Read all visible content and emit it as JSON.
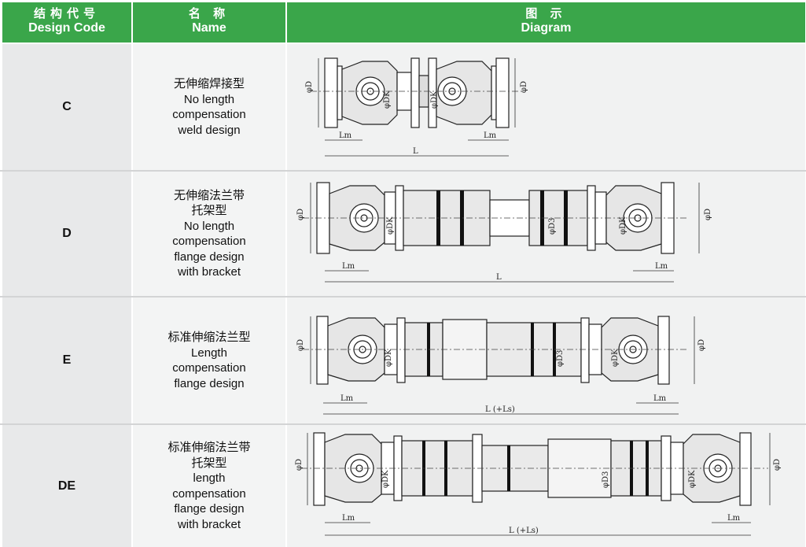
{
  "header": {
    "code_cn": "结构代号",
    "code_en": "Design Code",
    "name_cn": "名 称",
    "name_en": "Name",
    "diagram_cn": "图 示",
    "diagram_en": "Diagram"
  },
  "rows": [
    {
      "code": "C",
      "name_lines": [
        "无伸缩焊接型",
        "No length",
        "compensation",
        "weld design"
      ],
      "dims": {
        "d": "φD",
        "dk": "φDK",
        "lm": "Lm",
        "l": "L"
      }
    },
    {
      "code": "D",
      "name_lines": [
        "无伸缩法兰带",
        "托架型",
        "No length",
        "compensation",
        "flange design",
        "with bracket"
      ],
      "dims": {
        "d": "φD",
        "dk": "φDK",
        "d3": "φD3",
        "lm": "Lm",
        "l": "L"
      }
    },
    {
      "code": "E",
      "name_lines": [
        "标准伸缩法兰型",
        "Length",
        "compensation",
        "flange design"
      ],
      "dims": {
        "d": "φD",
        "dk": "φDK",
        "d3": "φD3",
        "lm": "Lm",
        "l": "L (+Ls)"
      }
    },
    {
      "code": "DE",
      "name_lines": [
        "标准伸缩法兰带",
        "托架型",
        "length",
        "compensation",
        "flange design",
        "with bracket"
      ],
      "dims": {
        "d": "φD",
        "dk": "φDK",
        "d3": "φD3",
        "lm": "Lm",
        "l": "L (+Ls)"
      }
    }
  ],
  "colors": {
    "header_green": "#3aa64a",
    "code_bg": "#e8e9ea",
    "name_bg": "#f3f4f4",
    "diagram_bg": "#f1f2f2"
  }
}
